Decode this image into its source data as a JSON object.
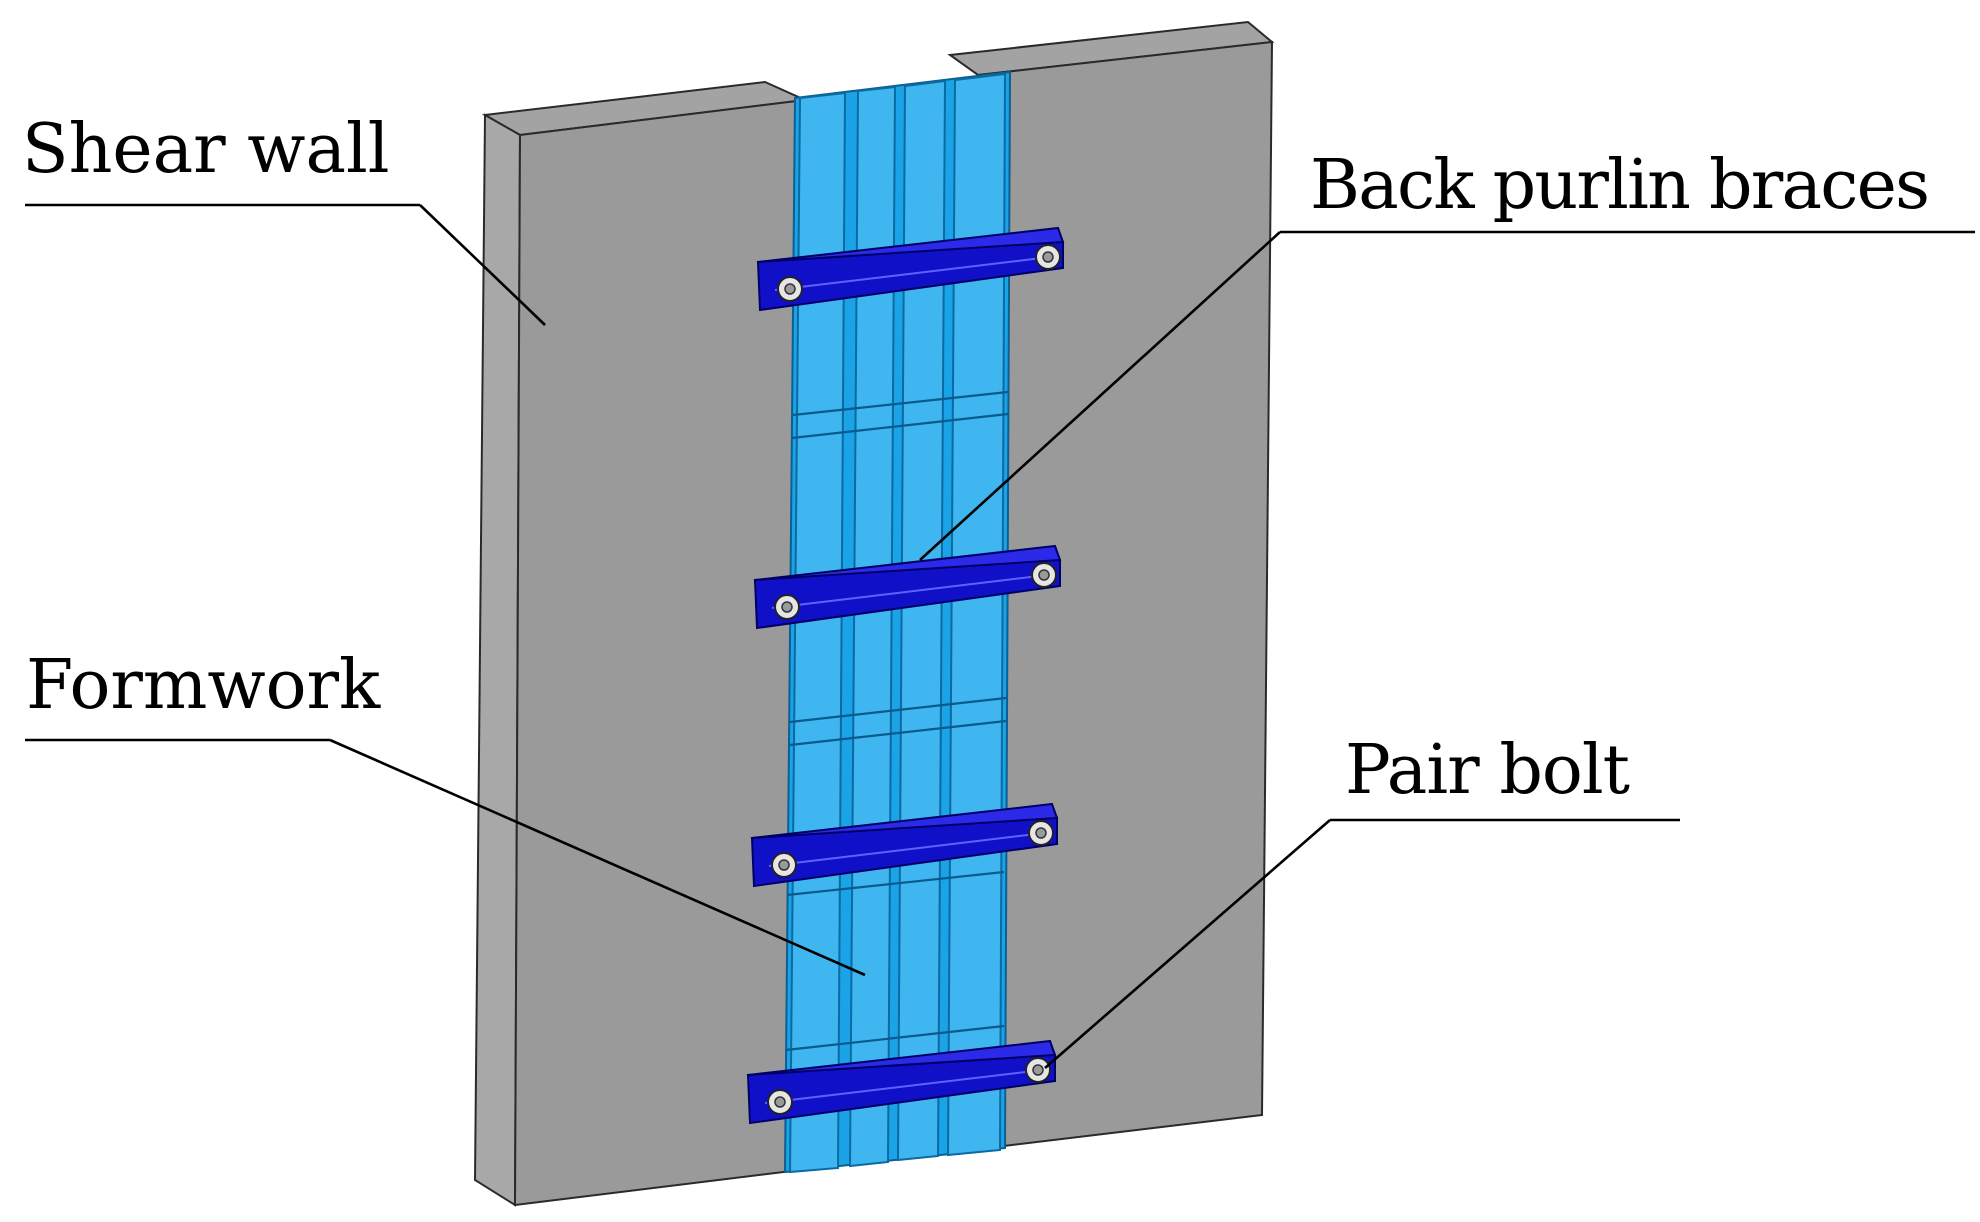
{
  "labels": {
    "shear_wall": "Shear wall",
    "back_purlin_braces": "Back purlin braces",
    "formwork": "Formwork",
    "pair_bolt": "Pair bolt"
  },
  "colors": {
    "wall": "#9a9a9a",
    "formwork": "#1aa3e6",
    "brace": "#1010c8",
    "bolt": "#e6e6e6",
    "text": "#000000"
  },
  "components": {
    "brace_count": 4
  }
}
